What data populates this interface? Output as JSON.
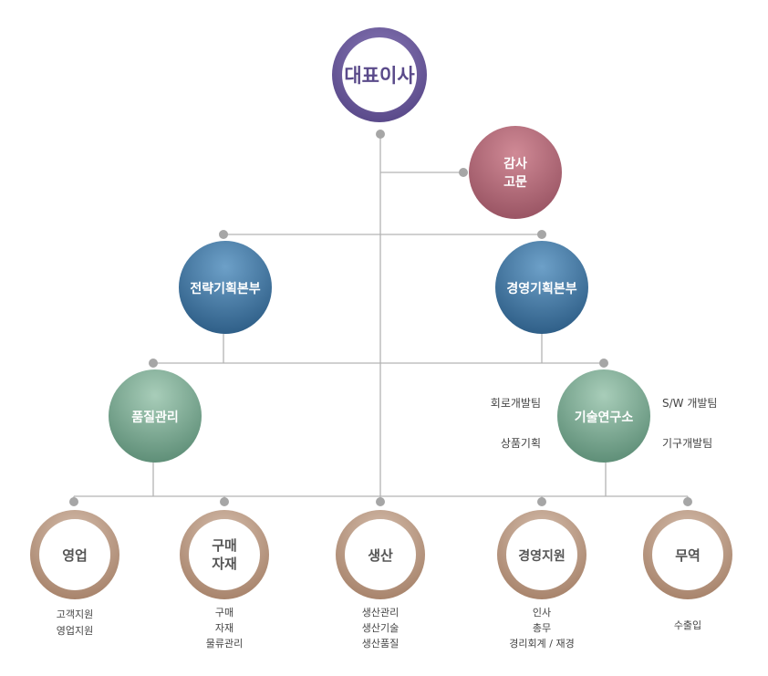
{
  "ceo": {
    "label": "대표이사"
  },
  "audit": {
    "line1": "감사",
    "line2": "고문"
  },
  "divisions": {
    "strategy": "전략기획본부",
    "management": "경영기획본부"
  },
  "departments": {
    "quality": "품질관리",
    "rnd": "기술연구소"
  },
  "rnd_teams": {
    "circuit": "회로개발팀",
    "product_planning": "상품기획",
    "sw": "S/W 개발팀",
    "mechanism": "기구개발팀"
  },
  "units": [
    {
      "label": "영업",
      "items": [
        "고객지원",
        "영업지원"
      ]
    },
    {
      "label": "구매",
      "label2": "자재",
      "items": [
        "구매",
        "자재",
        "물류관리"
      ]
    },
    {
      "label": "생산",
      "items": [
        "생산관리",
        "생산기술",
        "생산품질"
      ]
    },
    {
      "label": "경영지원",
      "items": [
        "인사",
        "총무",
        "경리회계 / 재경"
      ]
    },
    {
      "label": "무역",
      "items": [
        "수출입"
      ]
    }
  ],
  "colors": {
    "ceo_ring": "#6a5a9c",
    "audit": "#a8606e",
    "division": "#3d6f99",
    "department": "#6b9a84",
    "unit_ring": "#b89a86",
    "line": "#b3b3b3",
    "dot": "#a6a6a6"
  }
}
